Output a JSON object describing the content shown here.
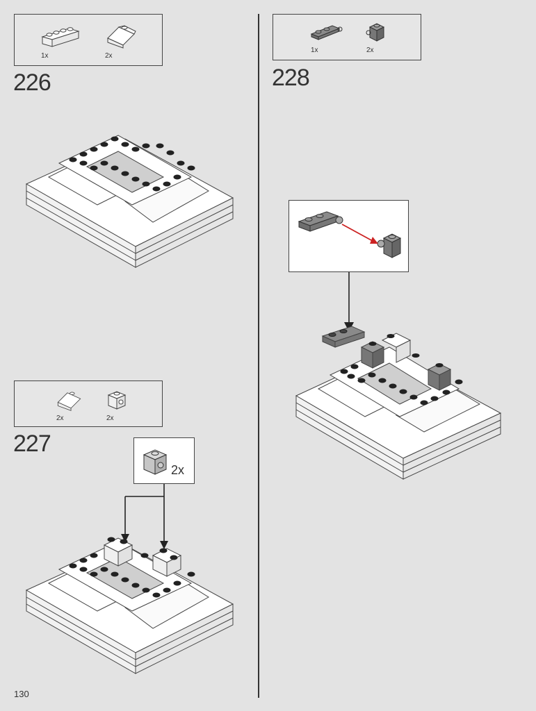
{
  "page": {
    "number": "130"
  },
  "steps": [
    {
      "number": "226",
      "parts": [
        {
          "icon": "white-brick-1x4-icon",
          "qty": "1x"
        },
        {
          "icon": "white-slope-brick-icon",
          "qty": "2x"
        }
      ]
    },
    {
      "number": "227",
      "parts": [
        {
          "icon": "white-slope-brick-icon",
          "qty": "2x"
        },
        {
          "icon": "white-brick-with-stud-side-icon",
          "qty": "2x"
        }
      ],
      "callout": {
        "icon": "grey-brick-with-side-stud-icon",
        "qty": "2x"
      }
    },
    {
      "number": "228",
      "parts": [
        {
          "icon": "grey-plate-with-clip-icon",
          "qty": "1x"
        },
        {
          "icon": "grey-brick-with-clip-icon",
          "qty": "2x"
        }
      ]
    }
  ],
  "colors": {
    "background": "#e3e3e3",
    "model_white": "#ffffff",
    "model_grey": "#8a8a8a",
    "arrow_red": "#cc2222",
    "line": "#333333"
  }
}
